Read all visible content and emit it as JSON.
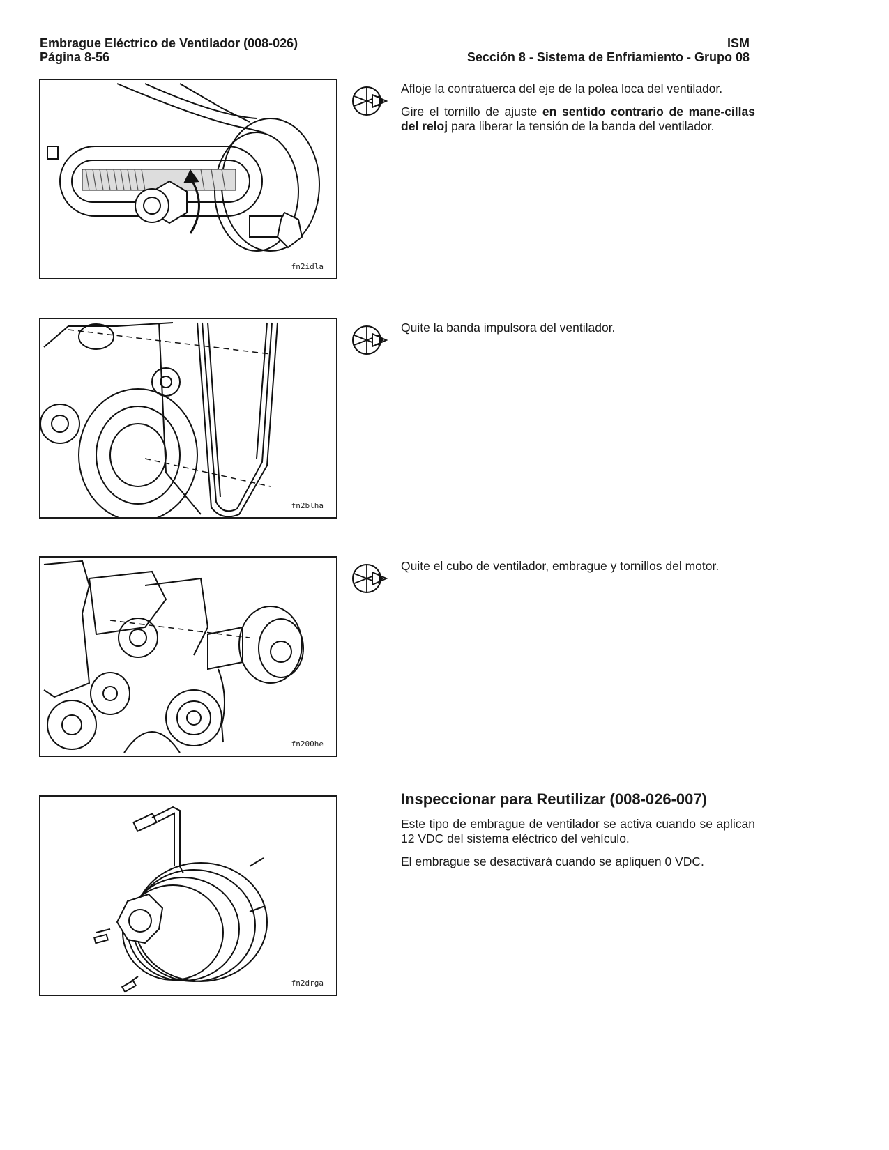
{
  "header": {
    "left_line1": "Embrague Eléctrico de Ventilador (008-026)",
    "left_line2": "Página 8-56",
    "right_line1": "ISM",
    "right_line2": "Sección 8 - Sistema de Enfriamiento - Grupo 08"
  },
  "steps": [
    {
      "figure_code": "fn2idla",
      "p1": "Afloje la contratuerca del eje de la polea loca del ventilador.",
      "p2_a": "Gire el tornillo de ajuste ",
      "p2_bold": "en sentido contrario de mane-cillas del reloj",
      "p2_b": " para liberar la tensión de la banda del ventilador."
    },
    {
      "figure_code": "fn2blha",
      "p1": "Quite la banda impulsora del ventilador."
    },
    {
      "figure_code": "fn200he",
      "p1": "Quite el cubo de ventilador, embrague y tornillos del motor."
    },
    {
      "figure_code": "fn2drga",
      "heading": "Inspeccionar para Reutilizar (008-026-007)",
      "p1": "Este tipo de embrague de ventilador se activa cuando se aplican 12 VDC del sistema eléctrico del vehículo.",
      "p2": "El embrague se desactivará cuando se apliquen 0 VDC."
    }
  ]
}
